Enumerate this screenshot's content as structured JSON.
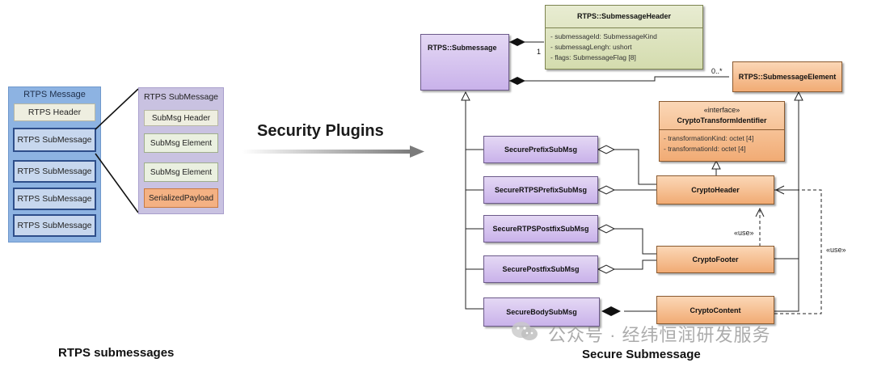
{
  "left_diagram": {
    "rtps_message": {
      "title": "RTPS Message",
      "header": "RTPS Header",
      "submessages": [
        "RTPS SubMessage",
        "RTPS SubMessage",
        "RTPS SubMessage",
        "RTPS SubMessage"
      ]
    },
    "rtps_submessage": {
      "title": "RTPS SubMessage",
      "header": "SubMsg Header",
      "elements": [
        "SubMsg Element",
        "SubMsg Element"
      ],
      "payload": "SerializedPayload"
    },
    "caption": "RTPS submessages"
  },
  "middle": {
    "title": "Security Plugins"
  },
  "uml": {
    "caption": "Secure Submessage",
    "submessage": "RTPS::Submessage",
    "submessage_header": {
      "name": "RTPS::SubmessageHeader",
      "attributes": [
        "- submessageId: SubmessageKind",
        "- submessagLengh: ushort",
        "- flags: SubmessageFlag [8]"
      ]
    },
    "submessage_element": "RTPS::SubmessageElement",
    "crypto_transform_identifier": {
      "stereotype": "«interface»",
      "name": "CryptoTransformIdentifier",
      "attributes": [
        "- transformationKind: octet [4]",
        "- transformationId: octet [4]"
      ]
    },
    "purple_classes": [
      "SecurePrefixSubMsg",
      "SecureRTPSPrefixSubMsg",
      "SecureRTPSPostfixSubMsg",
      "SecurePostfixSubMsg",
      "SecureBodySubMsg"
    ],
    "orange_classes": [
      "CryptoHeader",
      "CryptoFooter",
      "CryptoContent"
    ],
    "multiplicity_1": "1",
    "multiplicity_0n": "0..*",
    "use_label_1": "«use»",
    "use_label_2": "«use»"
  },
  "watermark": "公众号 · 经纬恒润研发服务",
  "colors": {
    "purple": "#c9b2ea",
    "orange": "#f1ab74",
    "green": "#d4dcae",
    "rtps_blue": "#8db3e2"
  }
}
